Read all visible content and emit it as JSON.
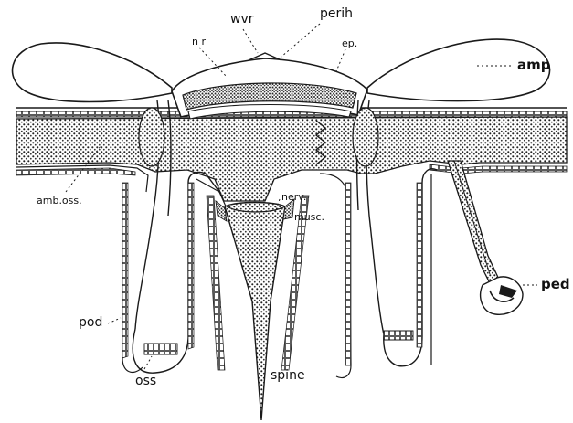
{
  "labels": {
    "wvr": "wvr",
    "perih": "perih",
    "nr": "n r",
    "ep": "ep.",
    "amp": "amp",
    "amb_oss": "amb.oss.",
    "nerv": "nerv.",
    "musc": "musc.",
    "ped": "ped",
    "pod": "pod",
    "oss": "oss",
    "spine": "spine"
  },
  "colors": {
    "ink": "#1a1a1a",
    "stipple": "#2b2b2b",
    "paper": "#ffffff"
  }
}
